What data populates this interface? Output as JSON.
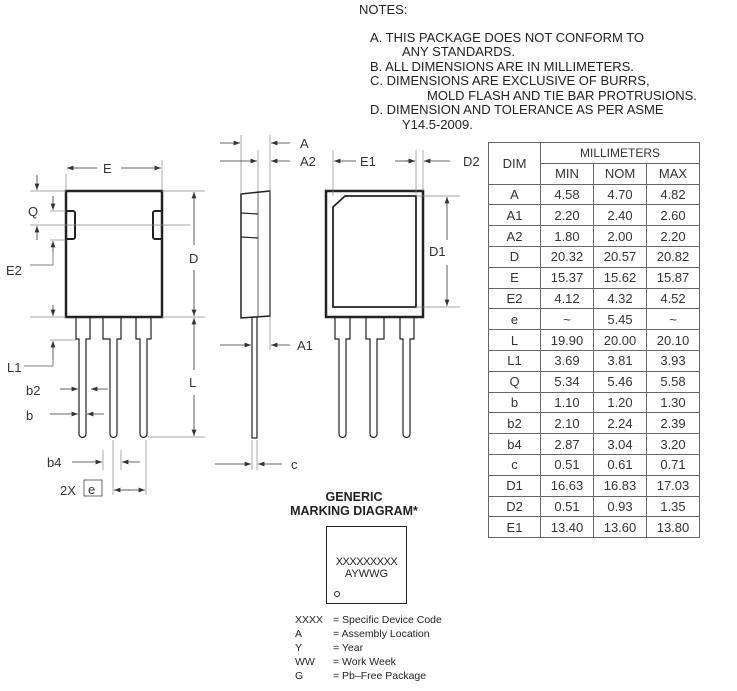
{
  "notes": {
    "title": "NOTES:",
    "items": [
      [
        "A. THIS PACKAGE DOES NOT CONFORM TO",
        "ANY STANDARDS."
      ],
      [
        "B. ALL DIMENSIONS ARE IN MILLIMETERS."
      ],
      [
        "C. DIMENSIONS ARE EXCLUSIVE OF BURRS,",
        "MOLD FLASH AND TIE BAR PROTRUSIONS."
      ],
      [
        "D. DIMENSION AND TOLERANCE AS PER ASME",
        "Y14.5-2009."
      ]
    ]
  },
  "drawing_labels": {
    "E": "E",
    "Q": "Q",
    "E2": "E2",
    "D": "D",
    "L1": "L1",
    "b2": "b2",
    "b": "b",
    "L": "L",
    "b4": "b4",
    "twoX": "2X",
    "e": "e",
    "A": "A",
    "A2": "A2",
    "A1": "A1",
    "c": "c",
    "E1": "E1",
    "D2": "D2",
    "D1": "D1"
  },
  "table": {
    "dim_header": "DIM",
    "unit_header": "MILLIMETERS",
    "columns": [
      "MIN",
      "NOM",
      "MAX"
    ],
    "rows": [
      {
        "dim": "A",
        "min": "4.58",
        "nom": "4.70",
        "max": "4.82"
      },
      {
        "dim": "A1",
        "min": "2.20",
        "nom": "2.40",
        "max": "2.60"
      },
      {
        "dim": "A2",
        "min": "1.80",
        "nom": "2.00",
        "max": "2.20"
      },
      {
        "dim": "D",
        "min": "20.32",
        "nom": "20.57",
        "max": "20.82"
      },
      {
        "dim": "E",
        "min": "15.37",
        "nom": "15.62",
        "max": "15.87"
      },
      {
        "dim": "E2",
        "min": "4.12",
        "nom": "4.32",
        "max": "4.52"
      },
      {
        "dim": "e",
        "min": "~",
        "nom": "5.45",
        "max": "~"
      },
      {
        "dim": "L",
        "min": "19.90",
        "nom": "20.00",
        "max": "20.10"
      },
      {
        "dim": "L1",
        "min": "3.69",
        "nom": "3.81",
        "max": "3.93"
      },
      {
        "dim": "Q",
        "min": "5.34",
        "nom": "5.46",
        "max": "5.58"
      },
      {
        "dim": "b",
        "min": "1.10",
        "nom": "1.20",
        "max": "1.30"
      },
      {
        "dim": "b2",
        "min": "2.10",
        "nom": "2.24",
        "max": "2.39"
      },
      {
        "dim": "b4",
        "min": "2.87",
        "nom": "3.04",
        "max": "3.20"
      },
      {
        "dim": "c",
        "min": "0.51",
        "nom": "0.61",
        "max": "0.71"
      },
      {
        "dim": "D1",
        "min": "16.63",
        "nom": "16.83",
        "max": "17.03"
      },
      {
        "dim": "D2",
        "min": "0.51",
        "nom": "0.93",
        "max": "1.35"
      },
      {
        "dim": "E1",
        "min": "13.40",
        "nom": "13.60",
        "max": "13.80"
      }
    ]
  },
  "marking": {
    "title_line1": "GENERIC",
    "title_line2": "MARKING DIAGRAM*",
    "line1": "XXXXXXXXX",
    "line2": "AYWWG",
    "legend": [
      {
        "key": "XXXX",
        "desc": "= Specific Device Code"
      },
      {
        "key": "A",
        "desc": "= Assembly Location"
      },
      {
        "key": "Y",
        "desc": "= Year"
      },
      {
        "key": "WW",
        "desc": "= Work Week"
      },
      {
        "key": "G",
        "desc": "= Pb–Free Package"
      }
    ]
  }
}
